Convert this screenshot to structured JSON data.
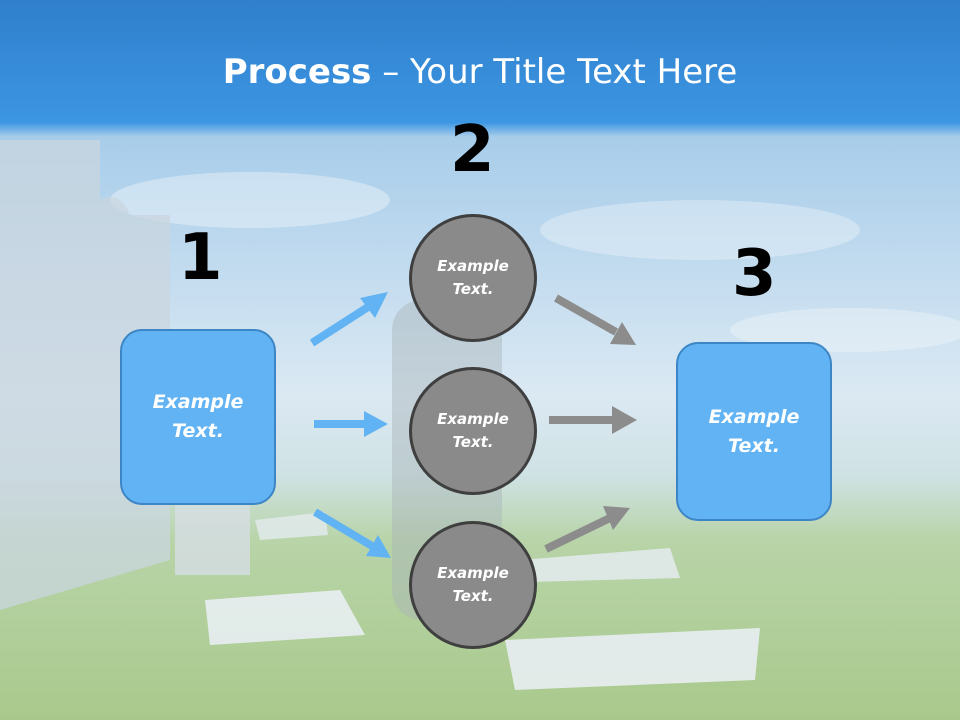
{
  "title": {
    "bold": "Process",
    "rest": " – Your Title Text Here"
  },
  "steps": [
    {
      "number": "1",
      "text": "Example\nText."
    },
    {
      "number": "2",
      "text": ""
    },
    {
      "number": "3",
      "text": "Example\nText."
    }
  ],
  "circles": [
    {
      "text": "Example\nText."
    },
    {
      "text": "Example\nText."
    },
    {
      "text": "Example\nText."
    }
  ],
  "colors": {
    "box": "#62b3f3",
    "circle": "#8a8a8a",
    "arrow_blue": "#62b3f3",
    "arrow_gray": "#8c8c8c"
  }
}
